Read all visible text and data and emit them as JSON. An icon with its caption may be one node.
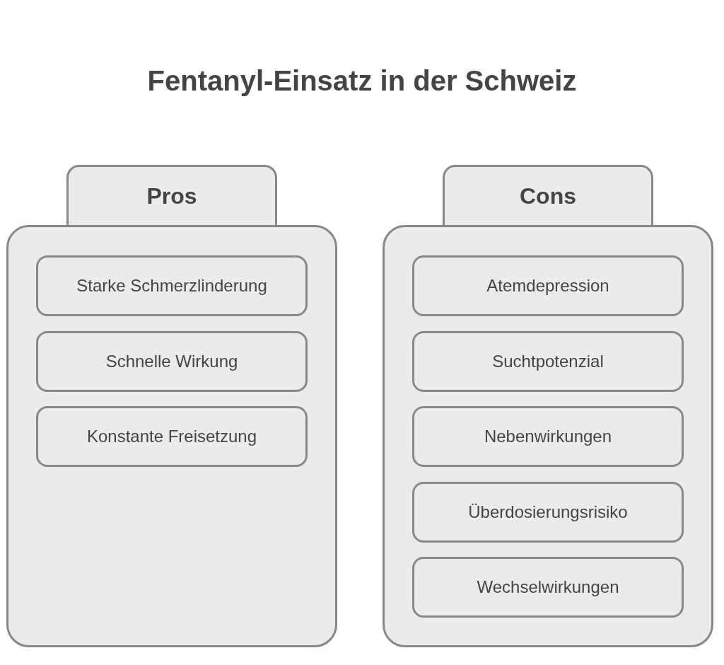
{
  "diagram": {
    "title": "Fentanyl-Einsatz in der Schweiz",
    "nodes": [
      {
        "text": [
          "Pros"
        ]
      },
      {
        "text": [
          "Starke Schmerzlinderung"
        ],
        "in": 0
      },
      {
        "text": [
          "Schnelle Wirkung"
        ],
        "in": 0
      },
      {
        "text": [
          "Konstante Freisetzung"
        ],
        "in": 0
      },
      {
        "text": [
          "Cons"
        ]
      },
      {
        "text": [
          "Atemdepression"
        ],
        "in": 4
      },
      {
        "text": [
          "Suchtpotenzial"
        ],
        "in": 4
      },
      {
        "text": [
          "Nebenwirkungen"
        ],
        "in": 4
      },
      {
        "text": [
          "Überdosierungsrisiko"
        ],
        "in": 4
      },
      {
        "text": [
          "Wechselwirkungen"
        ],
        "in": 4
      }
    ]
  }
}
